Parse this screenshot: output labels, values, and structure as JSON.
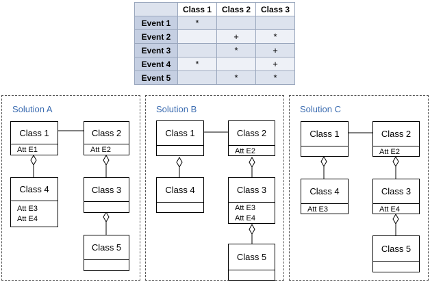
{
  "matrix": {
    "columns": [
      "Class 1",
      "Class 2",
      "Class 3"
    ],
    "rows": [
      {
        "label": "Event 1",
        "cells": [
          "*",
          "",
          ""
        ]
      },
      {
        "label": "Event 2",
        "cells": [
          "",
          "+",
          "*"
        ]
      },
      {
        "label": "Event 3",
        "cells": [
          "",
          "*",
          "+"
        ]
      },
      {
        "label": "Event 4",
        "cells": [
          "*",
          "",
          "+"
        ]
      },
      {
        "label": "Event 5",
        "cells": [
          "",
          "*",
          "*"
        ]
      }
    ]
  },
  "solutions": [
    {
      "title": "Solution A",
      "classes": {
        "c1": {
          "name": "Class 1",
          "attrs": [
            "Att E1"
          ]
        },
        "c2": {
          "name": "Class 2",
          "attrs": [
            "Att E2"
          ]
        },
        "c3": {
          "name": "Class 3",
          "attrs": []
        },
        "c4": {
          "name": "Class 4",
          "attrs": [
            "Att E3",
            "Att E4"
          ]
        },
        "c5": {
          "name": "Class 5",
          "attrs": []
        }
      }
    },
    {
      "title": "Solution B",
      "classes": {
        "c1": {
          "name": "Class 1",
          "attrs": []
        },
        "c2": {
          "name": "Class 2",
          "attrs": [
            "Att E2"
          ]
        },
        "c3": {
          "name": "Class 3",
          "attrs": [
            "Att E3",
            "Att E4"
          ]
        },
        "c4": {
          "name": "Class 4",
          "attrs": []
        },
        "c5": {
          "name": "Class 5",
          "attrs": []
        }
      }
    },
    {
      "title": "Solution C",
      "classes": {
        "c1": {
          "name": "Class 1",
          "attrs": []
        },
        "c2": {
          "name": "Class 2",
          "attrs": [
            "Att E2"
          ]
        },
        "c3": {
          "name": "Class 3",
          "attrs": [
            "Att E4"
          ]
        },
        "c4": {
          "name": "Class 4",
          "attrs": [
            "Att E3"
          ]
        },
        "c5": {
          "name": "Class 5",
          "attrs": []
        }
      }
    }
  ]
}
